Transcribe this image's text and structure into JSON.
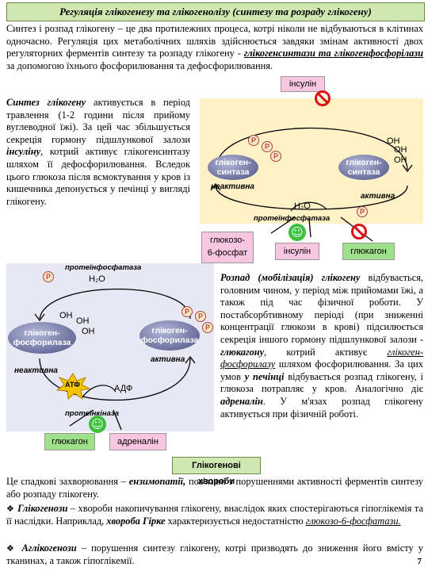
{
  "header": {
    "title": "Регуляція глікогенезу та глікогенолізу (синтезу та розраду глікогену)"
  },
  "intro": {
    "text1": "Синтез і розпад глікогену – це два протилежних процеса, котрі ніколи не відбуваються в клітинах одночасно. Регуляція цих метаболічних шляхів здійснюється завдяки змінам активності двох регуляторних ферментів синтезу та розпаду глікогену - ",
    "link": "глікогенсинтази та глікогенфосфорілази",
    "text2": " за допомогою їхнього фосфорилювання та дефосфорилювання."
  },
  "synthesis": {
    "heading": "Синтез глікогену",
    "text1": " активується в період травлення (1-2 години після прийому вуглеводної їжі). За цей час збільшується секреція гормону підшлункової залози ",
    "insulin": "інсуліну",
    "text2": ", котрий активує глікогенсинтазу шляхом її дефосфорилювання. Вследок цього глюкоза після всмоктування у кров із кишечника депонується у печінці у вигляді глікогену."
  },
  "diagram1": {
    "insulin_top": "інсулін",
    "left_enzyme": "глікоген-\nсинтаза",
    "right_enzyme": "глікоген-\nсинтаза",
    "inactive": "неактивна",
    "active": "активна",
    "water": "H₂O",
    "phosphatase": "протеїнфосфатаза",
    "p_label": "P",
    "oh_labels": [
      "OH",
      "OH",
      "OH"
    ],
    "glucose6p": "глюкозо-\n6-фосфат",
    "insulin_bottom": "інсулін",
    "glucagon": "глюкагон"
  },
  "diagram2": {
    "phosphatase": "протеїнфосфатаза",
    "water": "H₂O",
    "left_enzyme": "глікоген-\nфосфорилаза",
    "right_enzyme": "глікоген-\nфосфорилаза",
    "inactive": "неактивна",
    "active": "активна",
    "atp": "АТФ",
    "adp": "АДФ",
    "kinase": "протеїнкіназа",
    "p_label": "P",
    "oh_labels": [
      "OH",
      "OH",
      "OH"
    ],
    "glucagon": "глюкагон",
    "adrenaline": "адреналін"
  },
  "breakdown": {
    "heading": "Розпад (мобілізація) глікогену",
    "text1": " відбувається, головним чином, у період між прийомами їжі, а також під час фізичної роботи. У постабсорбтивному періоді (при зниженні концентрації глюкози в крові) підсилюється секреція іншого гормону підшлункової залози - ",
    "glucagon": "глюкагону",
    "text2": ", котрий активує ",
    "link": "глікоген-фосфорилазу",
    "text3": " шляхом фосфорилювання. За цих умов ",
    "liver": "у печінці",
    "text4": " відбувається розпад глікогену, і глюкоза потрапляє у кров. Аналогічно діє ",
    "adrenaline": "адреналін",
    "text5": ". У м'язах розпад глікогену активується при фізичній роботі."
  },
  "diseases": {
    "heading": "Глікогенові хвороби",
    "intro1": "Це спадкові захворювання – ",
    "enzymopathies": "ензимопатії,",
    "intro2": " пов'язані з порушеннями активності ферментів синтезу або розпаду глікогену.",
    "glycogenoses_term": "Глікогенози",
    "glycogenoses_text": " – хвороби накопичування глікогену, внаслідок яких спостерігаються гіпоглікемія та її наслідки. Наприклад, ",
    "girke": "хвороба Гірке",
    "girke_text": " характеризується недостатністю ",
    "g6p": "глюкозо-6-фосфатази.",
    "aglycogenoses_term": "Аглікогенози",
    "aglycogenoses_text": " – порушення синтезу глікогену, котрі призводять до зниження його вмісту у тканинах, а також гіпоглікемії."
  },
  "page_number": "7"
}
